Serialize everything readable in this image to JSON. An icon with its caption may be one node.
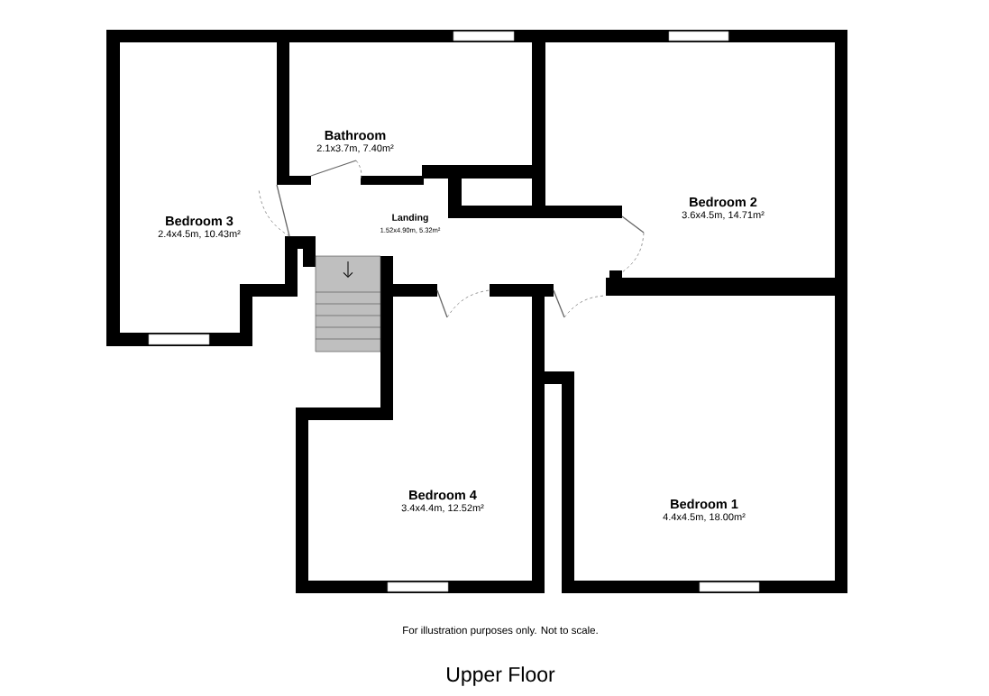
{
  "diagram": {
    "title": "Upper Floor",
    "caption": "For illustration purposes only. Not to scale.",
    "nodes": [
      {
        "text": [
          "Bathroom",
          "2.1x3.7m, 7.40m²"
        ]
      },
      {
        "text": [
          "Bedroom 2",
          "3.6x4.5m, 14.71m²"
        ]
      },
      {
        "text": [
          "Landing",
          "1.52x4.90m, 5.32m²"
        ]
      },
      {
        "text": [
          "Bedroom 3",
          "2.4x4.5m, 10.43m²"
        ]
      },
      {
        "text": [
          "Bedroom 4",
          "3.4x4.4m, 12.52m²"
        ]
      },
      {
        "text": [
          "Bedroom 1",
          "4.4x4.5m, 18.00m²"
        ]
      }
    ]
  }
}
